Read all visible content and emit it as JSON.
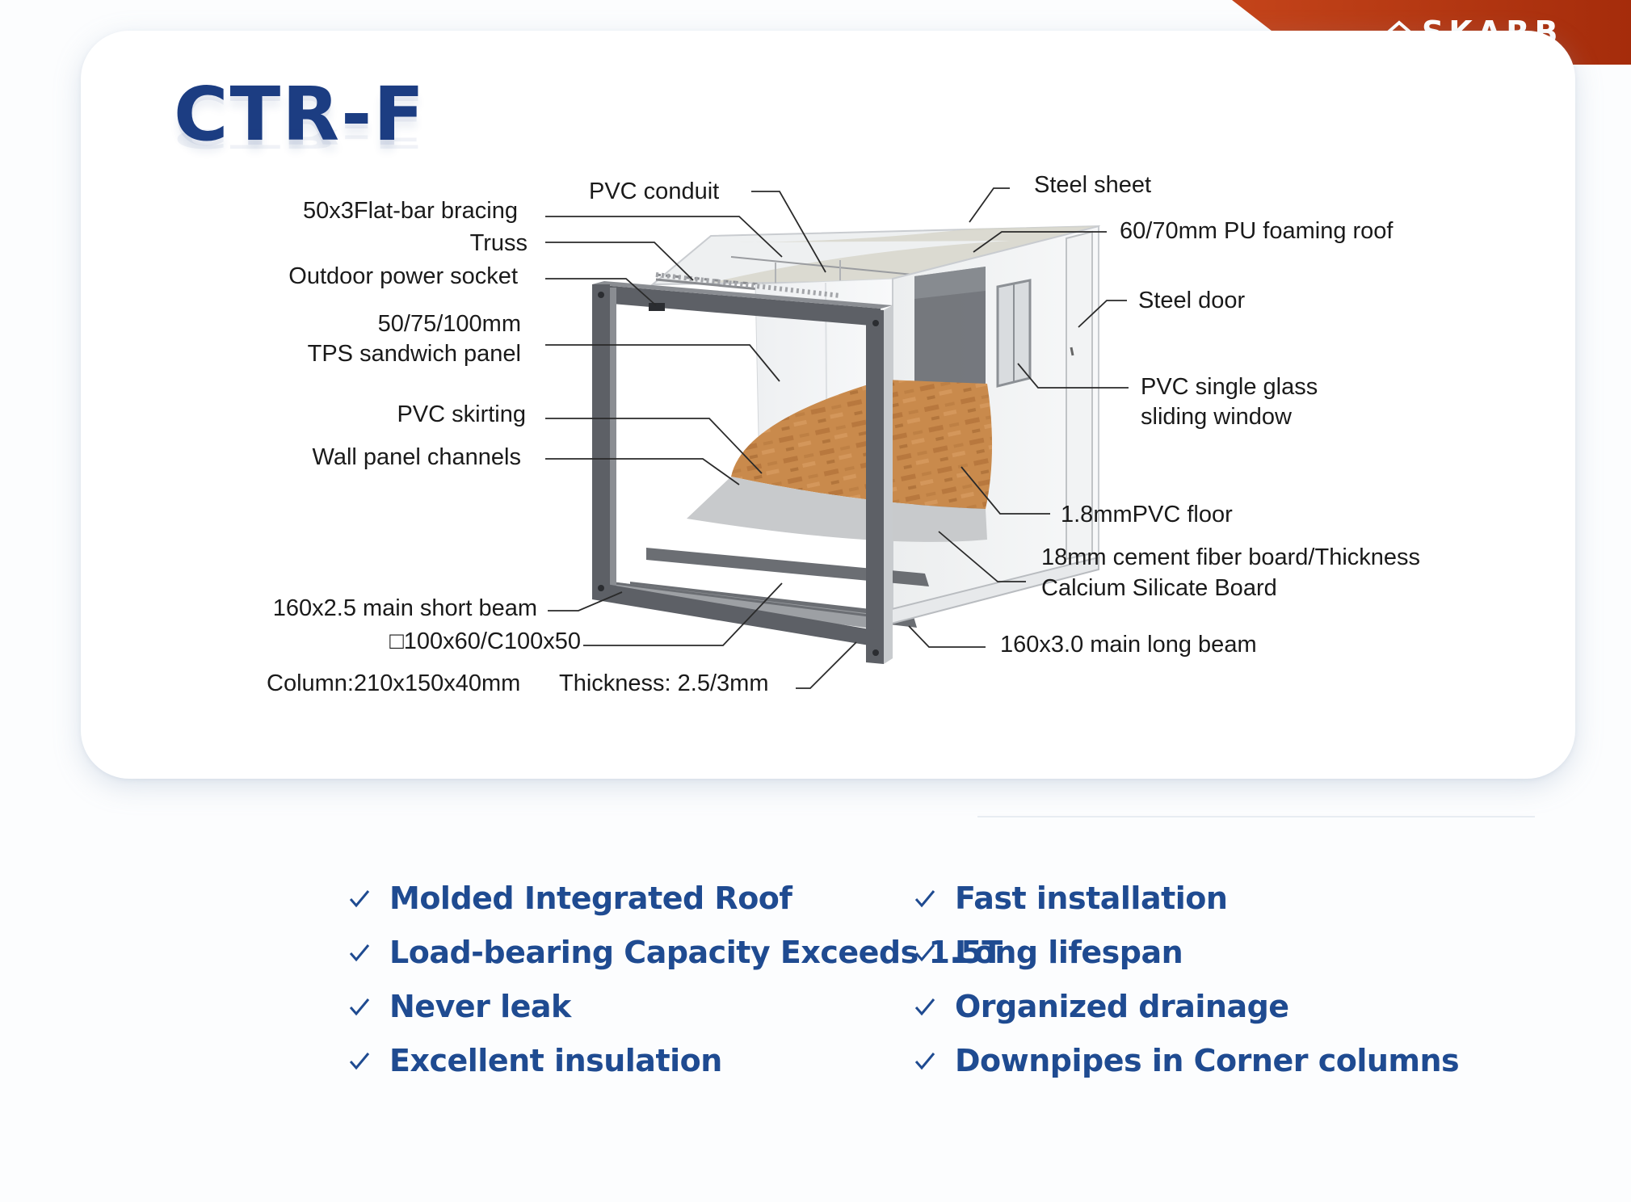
{
  "brand": {
    "logo_text": "SKARB",
    "banner_color": "#b5350f"
  },
  "title": "CTR-F",
  "callouts": {
    "pvc_conduit": "PVC conduit",
    "steel_sheet": "Steel sheet",
    "flat_bar_bracing": "50x3Flat-bar bracing",
    "pu_foaming_roof": "60/70mm PU foaming roof",
    "truss": "Truss",
    "outdoor_power_socket": "Outdoor power socket",
    "steel_door": "Steel door",
    "tps_panel_line1": "50/75/100mm",
    "tps_panel_line2": "TPS sandwich panel",
    "sliding_window_line1": "PVC single glass",
    "sliding_window_line2": "sliding window",
    "pvc_skirting": "PVC skirting",
    "wall_panel_channels": "Wall panel channels",
    "pvc_floor": "1.8mmPVC floor",
    "cement_board_line1": "18mm cement fiber board/Thickness",
    "cement_board_line2": "Calcium Silicate Board",
    "main_short_beam": "160x2.5 main short beam",
    "secondary_beam": "□100x60/C100x50",
    "main_long_beam": "160x3.0 main long beam",
    "column": "Column:210x150x40mm",
    "thickness": "Thickness: 2.5/3mm"
  },
  "features": {
    "left": [
      "Molded Integrated Roof",
      "Load-bearing Capacity Exceeds 1.5T",
      "Never leak",
      "Excellent insulation"
    ],
    "right": [
      "Fast installation",
      "Long lifespan",
      "Organized drainage",
      "Downpipes in Corner columns"
    ]
  },
  "colors": {
    "title": "#1c3d82",
    "feature_text": "#1f4b91",
    "frame": "#5d6066",
    "floor_wood": "#c4874a"
  }
}
